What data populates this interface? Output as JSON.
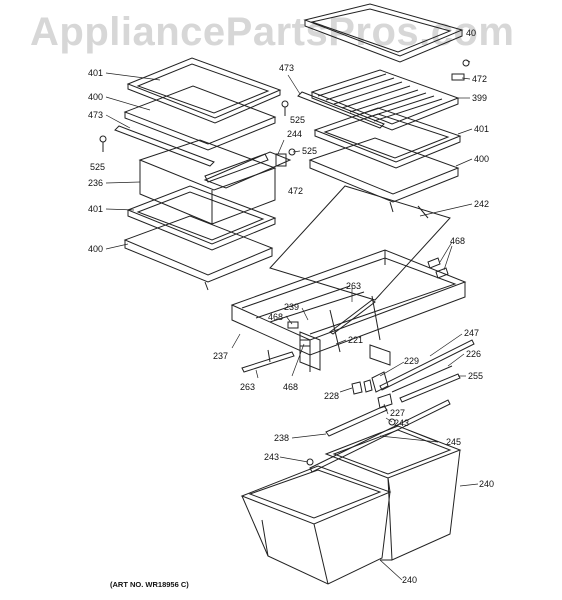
{
  "watermark": "AppliancePartsPros.com",
  "art_number": "(ART NO. WR18956 C)",
  "callouts": [
    "401",
    "400",
    "473",
    "525",
    "236",
    "401",
    "400",
    "244",
    "525",
    "472",
    "473",
    "525",
    "472",
    "399",
    "401",
    "400",
    "242",
    "468",
    "239",
    "263",
    "468",
    "221",
    "237",
    "263",
    "468",
    "247",
    "226",
    "229",
    "255",
    "228",
    "227",
    "243",
    "238",
    "245",
    "243",
    "240",
    "240",
    "40"
  ]
}
